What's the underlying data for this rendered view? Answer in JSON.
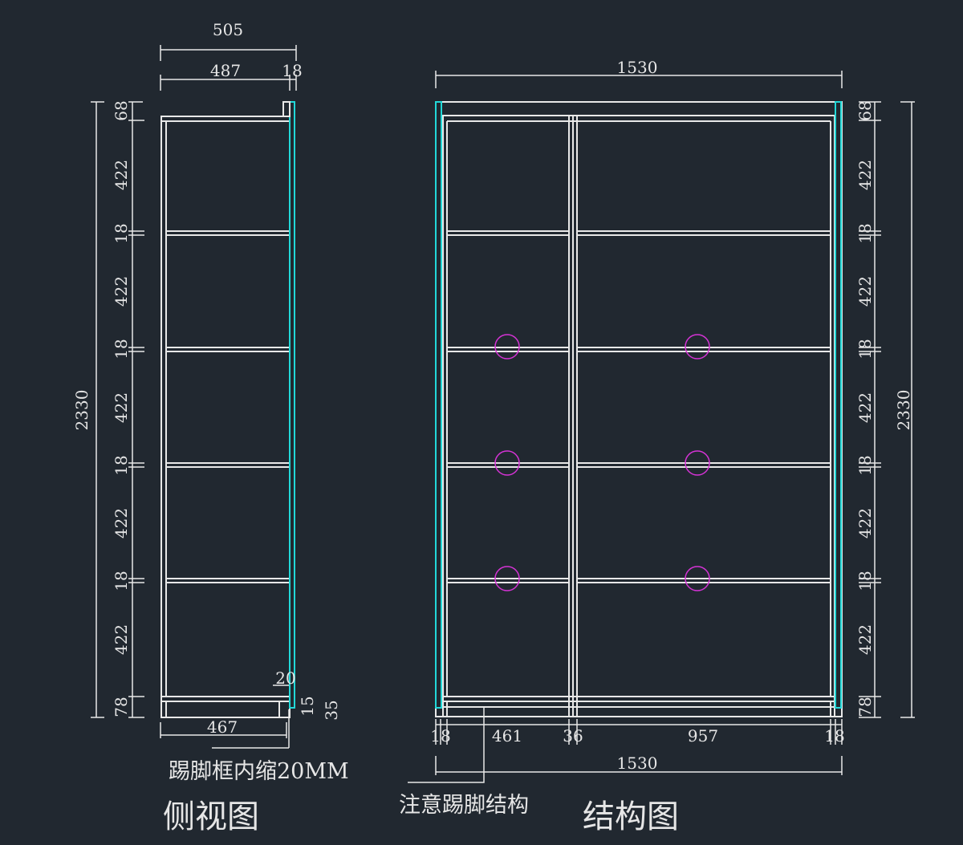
{
  "colors": {
    "background": "#212830",
    "line": "#e8e8e8",
    "door_panel": "#22d8d8",
    "hinge_circle": "#d633d6"
  },
  "side_view": {
    "caption": "侧视图",
    "note": "踢脚框内缩20MM",
    "top_dims": {
      "overall": "505",
      "body": "487",
      "door": "18"
    },
    "bottom_dims": {
      "depth": "467",
      "inset": "20",
      "small_a": "15",
      "small_b": "35"
    },
    "left_dims": {
      "total": "2330",
      "segments": [
        "68",
        "422",
        "18",
        "422",
        "18",
        "422",
        "18",
        "422",
        "18",
        "422",
        "78"
      ]
    }
  },
  "structure_view": {
    "caption": "结构图",
    "note": "注意踢脚结构",
    "top_dims": {
      "overall": "1530"
    },
    "bottom_dims": {
      "overall": "1530",
      "segments": [
        "18",
        "461",
        "36",
        "957",
        "18"
      ],
      "labels_rendered": [
        "18",
        "461",
        "36",
        "957",
        "18"
      ]
    },
    "right_dims": {
      "total": "2330",
      "segments": [
        "68",
        "422",
        "18",
        "422",
        "18",
        "422",
        "18",
        "422",
        "18",
        "422",
        "78"
      ]
    },
    "hinge_count_per_door": 3
  }
}
